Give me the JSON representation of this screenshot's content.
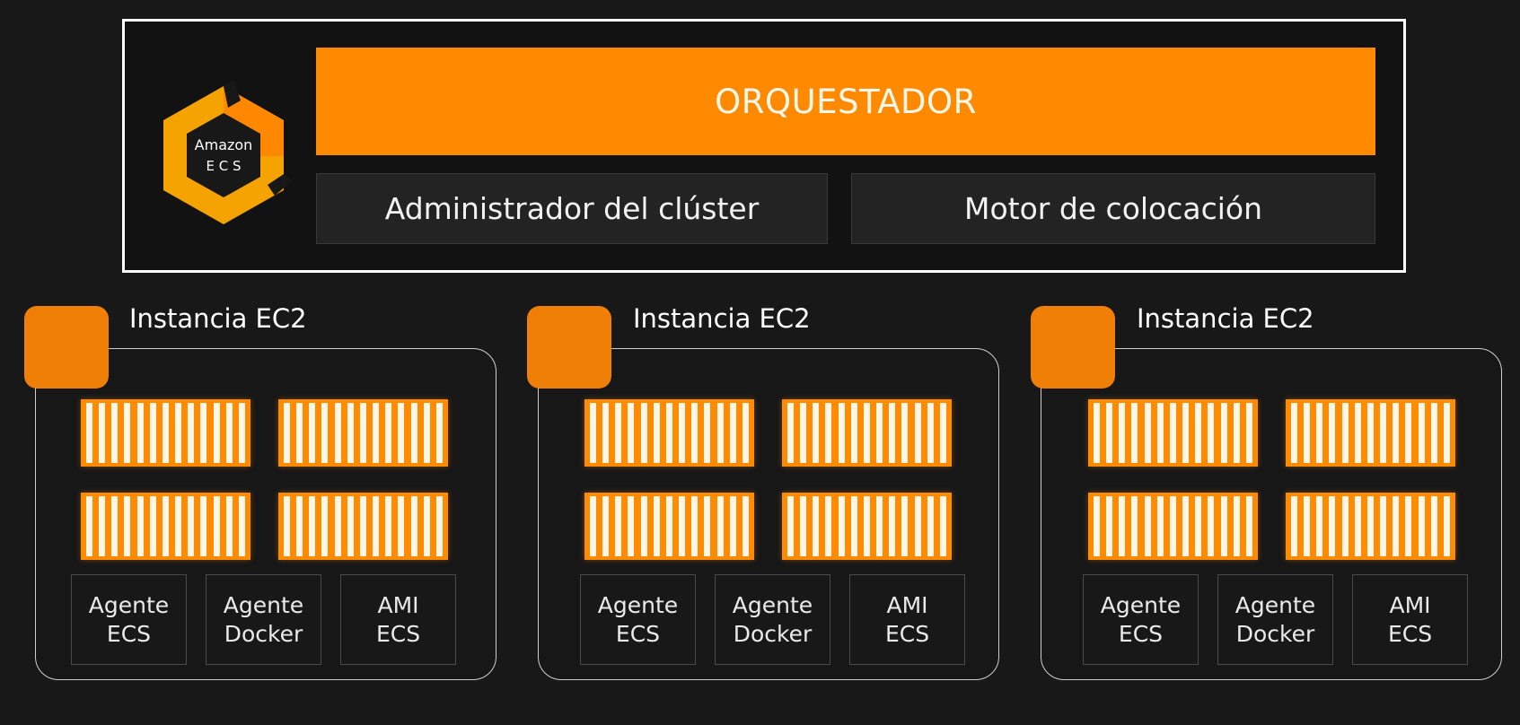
{
  "orchestrator": {
    "logo_line1": "Amazon",
    "logo_line2": "E C S",
    "title": "ORQUESTADOR",
    "cluster_manager": "Administrador del clúster",
    "placement_engine": "Motor de colocación"
  },
  "instances": [
    {
      "label": "Instancia EC2",
      "components": [
        "Agente\nECS",
        "Agente\nDocker",
        "AMI\nECS"
      ]
    },
    {
      "label": "Instancia EC2",
      "components": [
        "Agente\nECS",
        "Agente\nDocker",
        "AMI\nECS"
      ]
    },
    {
      "label": "Instancia EC2",
      "components": [
        "Agente\nECS",
        "Agente\nDocker",
        "AMI\nECS"
      ]
    }
  ],
  "containers_per_instance": 4,
  "colors": {
    "accent": "#ff8a00",
    "background": "#181818",
    "panel": "#232323"
  },
  "icons": [
    "amazon-ecs-logo-icon",
    "ec2-instance-icon",
    "container-icon"
  ]
}
